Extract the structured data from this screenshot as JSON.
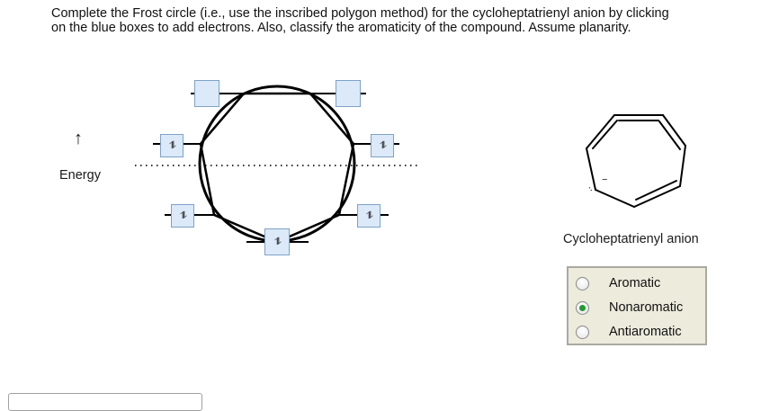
{
  "instructions": {
    "line1": "Complete the Frost circle (i.e., use the inscribed polygon method) for the cycloheptatrienyl anion by clicking",
    "line2": "on the blue boxes to add electrons. Also, classify the aromaticity of the compound. Assume planarity."
  },
  "energy": {
    "arrow": "↑",
    "label": "Energy"
  },
  "orbitals": {
    "top_left": "",
    "top_right": "",
    "upper_left": "⥮",
    "upper_right": "⥮",
    "lower_left": "⥮",
    "lower_right": "⥮",
    "bottom": "⥮"
  },
  "molecule": {
    "charge_sign": "−",
    "lone_pair": "⋅⋅",
    "caption": "Cycloheptatrienyl anion"
  },
  "classification": {
    "options": [
      {
        "label": "Aromatic",
        "selected": false
      },
      {
        "label": "Nonaromatic",
        "selected": true
      },
      {
        "label": "Antiaromatic",
        "selected": false
      }
    ]
  },
  "colors": {
    "box_fill": "#dbe9f8",
    "box_border": "#7ea2c8",
    "radio_selected": "#1e9c2d",
    "panel_bg": "#ecebdc"
  }
}
